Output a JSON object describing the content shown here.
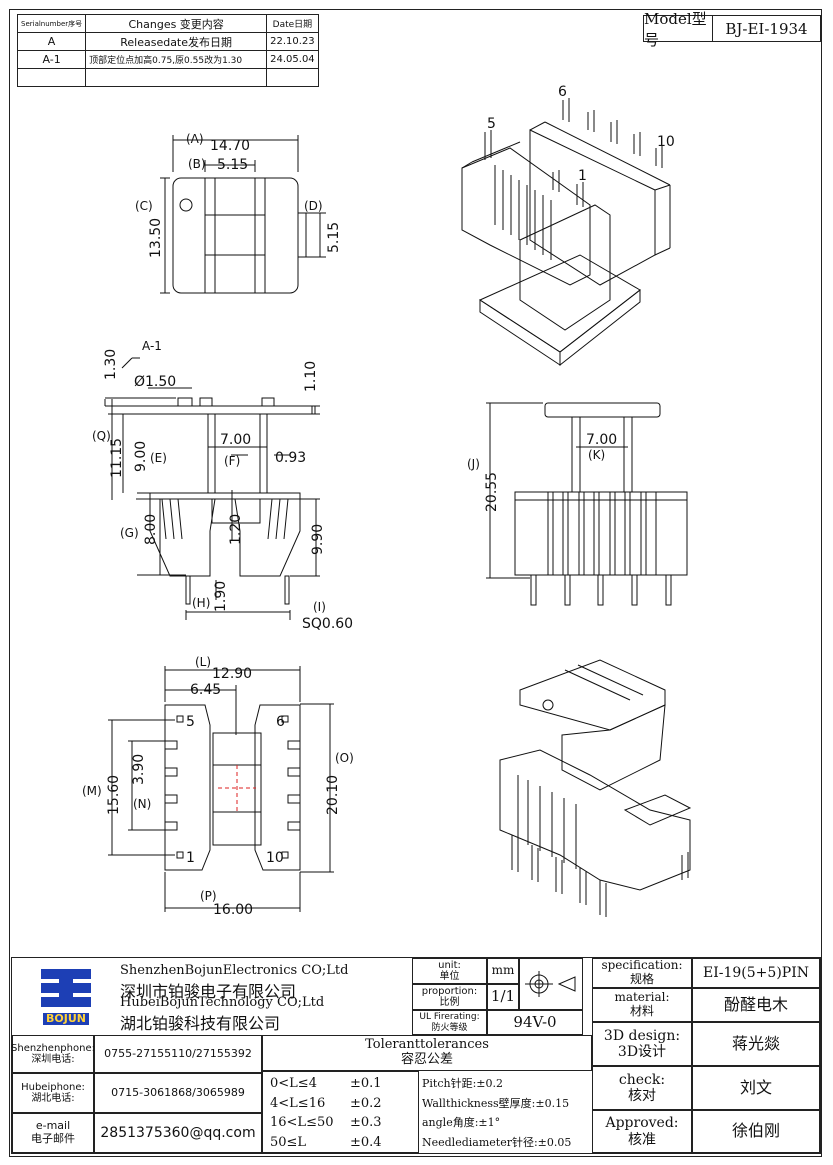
{
  "revision": {
    "headers": {
      "serial": "Serialnumber序号",
      "changes": "Changes 变更内容",
      "date": "Date日期"
    },
    "rows": [
      {
        "serial": "A",
        "change": "Releasedate发布日期",
        "date": "22.10.23"
      },
      {
        "serial": "A-1",
        "change": "顶部定位点加高0.75,原0.55改为1.30",
        "date": "24.05.04"
      }
    ]
  },
  "model": {
    "label": "Model型号",
    "value": "BJ-EI-1934"
  },
  "top_view": {
    "dims": {
      "A": "(A)",
      "A_val": "14.70",
      "B": "(B)",
      "B_val": "5.15",
      "C": "(C)",
      "C_val": "13.50",
      "D": "(D)",
      "D_val": "5.15"
    }
  },
  "iso_top": {
    "pins": {
      "p5": "5",
      "p6": "6",
      "p10": "10",
      "p1": "1"
    }
  },
  "side_view": {
    "dims": {
      "rev": "A-1",
      "h130": "1.30",
      "dia": "Ø1.50",
      "h110": "1.10",
      "Q": "(Q)",
      "Q_val": "11.15",
      "E": "(E)",
      "E_val": "9.00",
      "F": "(F)",
      "w700": "7.00",
      "w093": "0.93",
      "G": "(G)",
      "G_val": "8.00",
      "h120": "1.20",
      "h990": "9.90",
      "H": "(H)",
      "H_val": "1.90",
      "I": "(I)",
      "I_val": "SQ0.60"
    }
  },
  "front_view": {
    "dims": {
      "J": "(J)",
      "J_val": "20.55",
      "K": "(K)",
      "K_val": "7.00"
    }
  },
  "bottom_view": {
    "dims": {
      "L": "(L)",
      "L_val": "12.90",
      "w645": "6.45",
      "M": "(M)",
      "M_val": "15.60",
      "N": "(N)",
      "N_val": "3.90",
      "O": "(O)",
      "O_val": "20.10",
      "P": "(P)",
      "P_val": "16.00",
      "p5": "5",
      "p6": "6",
      "p1": "1",
      "p10": "10"
    }
  },
  "title_block": {
    "company1_en": "ShenzhenBojunElectronics CO;Ltd",
    "company1_cn": "深圳市铂骏电子有限公司",
    "company2_en": "HubeiBojunTechnology CO;Ltd",
    "company2_cn": "湖北铂骏科技有限公司",
    "logo_text": "BOJUN",
    "unit_label": "unit:\n单位",
    "unit_value": "mm",
    "proportion_label": "proportion:\n比例",
    "proportion_value": "1/1",
    "ul_label": "UL Firerating:\n防火等级",
    "ul_value": "94V-0",
    "spec_label": "specification:\n规格",
    "spec_value": "EI-19(5+5)PIN",
    "material_label": "material:\n材料",
    "material_value": "酚醛电木",
    "design_label": "3D design:\n3D设计",
    "design_value": "蒋光燚",
    "check_label": "check:\n核对",
    "check_value": "刘文",
    "approved_label": "Approved:\n核准",
    "approved_value": "徐伯刚",
    "sz_phone_label": "Shenzhenphone:\n深圳电话:",
    "sz_phone": "0755-27155110/27155392",
    "hb_phone_label": "Hubeiphone:\n湖北电话:",
    "hb_phone": "0715-3061868/3065989",
    "email_label": "e-mail\n电子邮件",
    "email": "2851375360@qq.com",
    "tol_title": "Toleranttolerances\n容忍公差",
    "tol_ranges": [
      "0<L≤4",
      "4<L≤16",
      "16<L≤50",
      "50≤L"
    ],
    "tol_values": [
      "±0.1",
      "±0.2",
      "±0.3",
      "±0.4"
    ],
    "tol_notes": [
      "Pitch针距:±0.2",
      "Wallthickness壁厚度:±0.15",
      "angle角度:±1°",
      "Needlediameter针径:±0.05"
    ]
  }
}
